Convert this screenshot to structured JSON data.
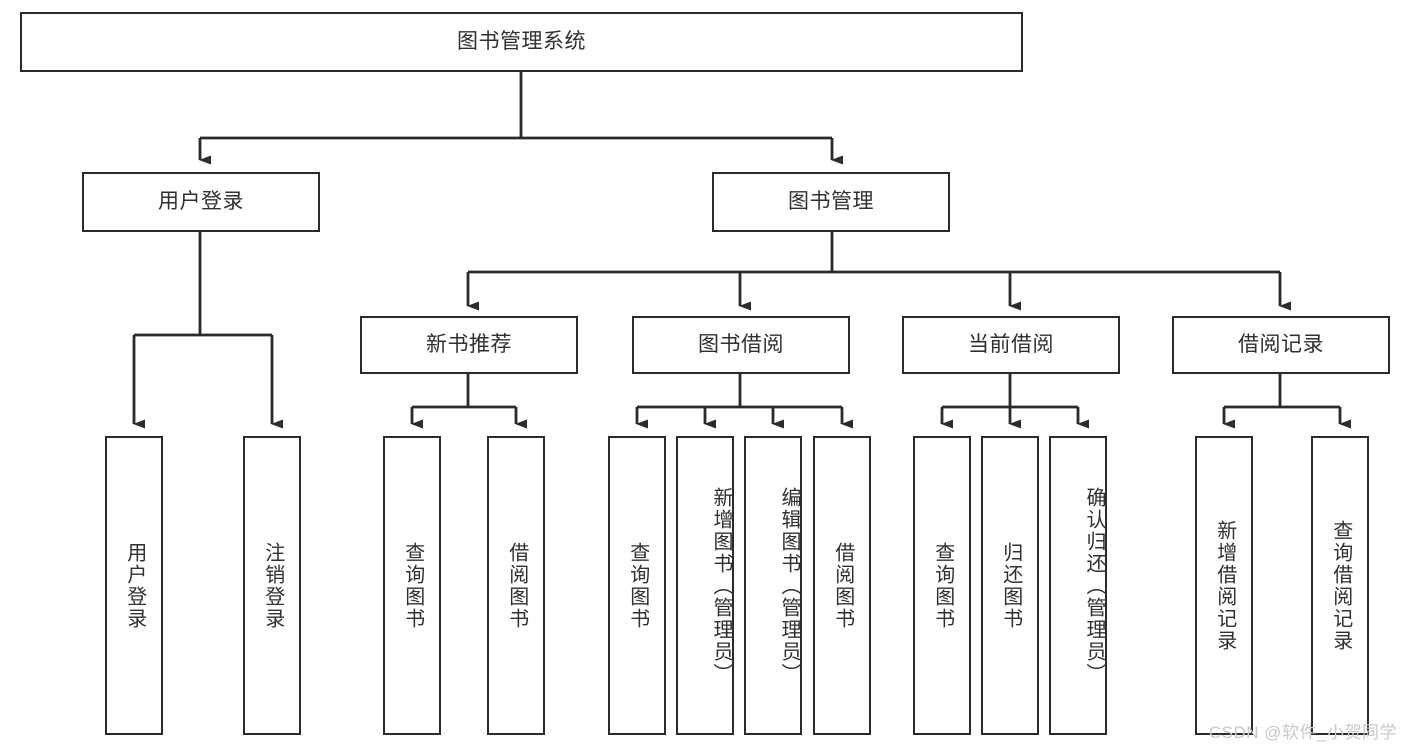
{
  "diagram": {
    "type": "tree-hierarchy-chart",
    "title_text": "图书管理系统",
    "line_color": "#2b2b2b",
    "text_color": "#30302f",
    "background_color": "#ffffff",
    "root": {
      "label": "图书管理系统"
    },
    "level2": [
      {
        "label": "用户登录"
      },
      {
        "label": "图书管理"
      }
    ],
    "level3": [
      {
        "label": "新书推荐"
      },
      {
        "label": "图书借阅"
      },
      {
        "label": "当前借阅"
      },
      {
        "label": "借阅记录"
      }
    ],
    "leaves": {
      "user_login": [
        {
          "label": "用户登录"
        },
        {
          "label": "注销登录"
        }
      ],
      "new_book": [
        {
          "label": "查询图书"
        },
        {
          "label": "借阅图书"
        }
      ],
      "book_borrow": [
        {
          "label": "查询图书"
        },
        {
          "label": "新增图书（管理员）"
        },
        {
          "label": "编辑图书（管理员）"
        },
        {
          "label": "借阅图书"
        }
      ],
      "current_borrow": [
        {
          "label": "查询图书"
        },
        {
          "label": "归还图书"
        },
        {
          "label": "确认归还（管理员）"
        }
      ],
      "borrow_record": [
        {
          "label": "新增借阅记录"
        },
        {
          "label": "查询借阅记录"
        }
      ]
    }
  },
  "watermark": {
    "text": "CSDN @软件_小贺同学"
  }
}
